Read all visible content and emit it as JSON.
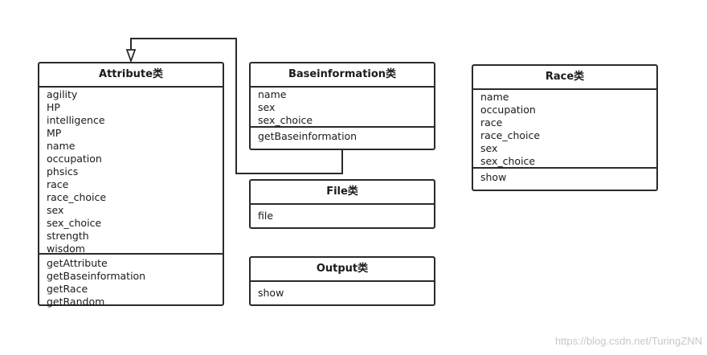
{
  "classes": {
    "attribute": {
      "name": "Attribute类",
      "attributes": [
        "agility",
        "HP",
        "intelligence",
        "MP",
        "name",
        "occupation",
        "phsics",
        "race",
        "race_choice",
        "sex",
        "sex_choice",
        "strength",
        "wisdom"
      ],
      "operations": [
        "getAttribute",
        "getBaseinformation",
        "getRace",
        "getRandom"
      ]
    },
    "baseinformation": {
      "name": "Baseinformation类",
      "attributes": [
        "name",
        "sex",
        "sex_choice"
      ],
      "operations": [
        "getBaseinformation"
      ]
    },
    "file": {
      "name": "File类",
      "attributes": [
        "file"
      ]
    },
    "output": {
      "name": "Output类",
      "attributes": [
        "show"
      ]
    },
    "race": {
      "name": "Race类",
      "attributes": [
        "name",
        "occupation",
        "race",
        "race_choice",
        "sex",
        "sex_choice"
      ],
      "operations": [
        "show"
      ]
    }
  },
  "relationships": [
    {
      "type": "generalization",
      "from": "Baseinformation类",
      "to": "Attribute类"
    }
  ],
  "colors": {
    "stroke": "#2a2a2a",
    "watermark": "#c8c8c8"
  },
  "watermark": "https://blog.csdn.net/TuringZNN"
}
